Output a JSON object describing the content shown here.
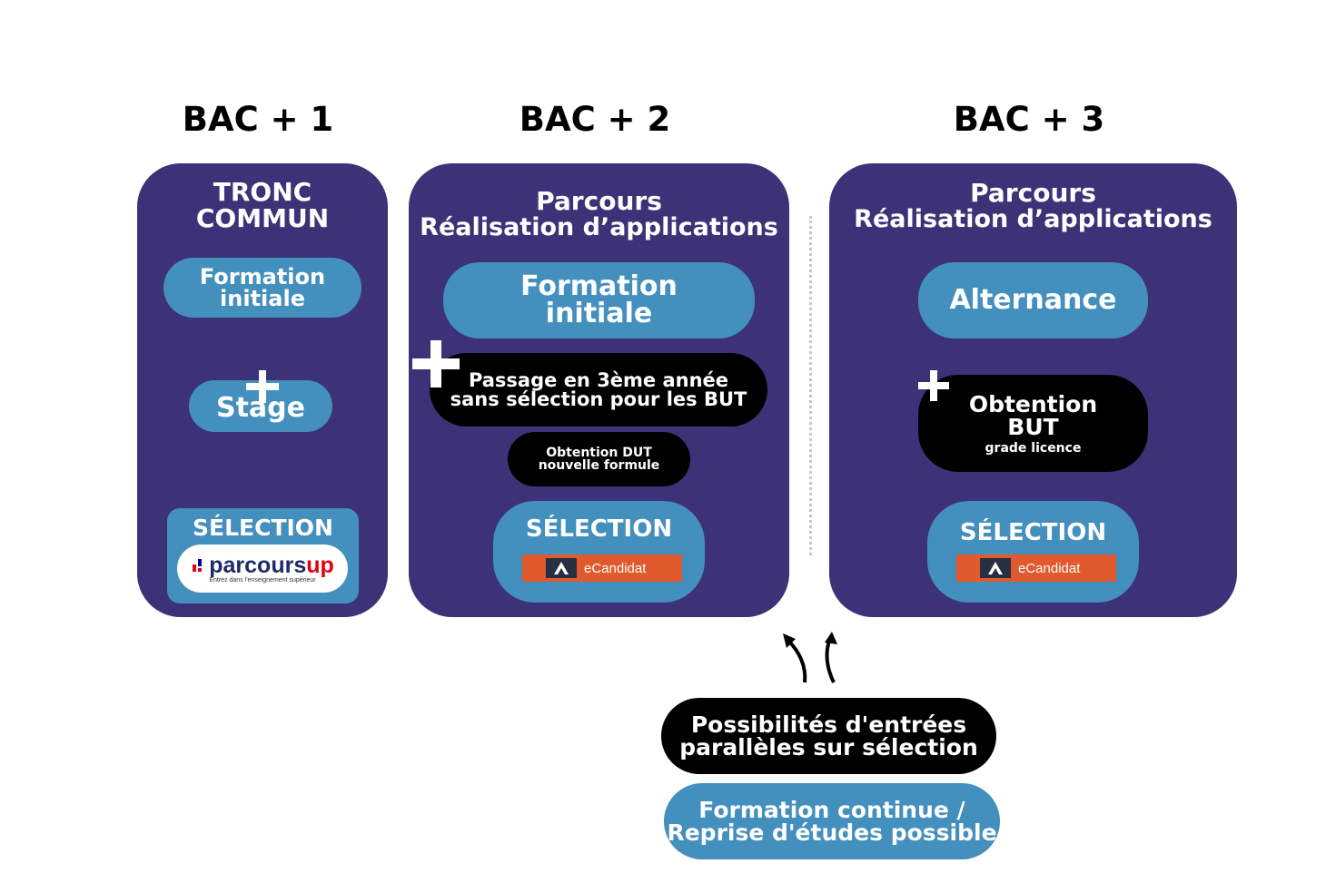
{
  "headings": {
    "bac1": "BAC + 1",
    "bac2": "BAC + 2",
    "bac3": "BAC + 3"
  },
  "panel1": {
    "title_line1": "TRONC",
    "title_line2": "COMMUN",
    "formation_line1": "Formation",
    "formation_line2": "initiale",
    "stage": "Stage",
    "selection": "SÉLECTION",
    "parcoursup_logo": {
      "wordmark_part1": "parcours",
      "wordmark_part2": "up",
      "tagline": "Entrez dans l'enseignement supérieur"
    }
  },
  "panel2": {
    "title_line1": "Parcours",
    "title_line2": "Réalisation d’applications",
    "formation_line1": "Formation",
    "formation_line2": "initiale",
    "passage_line1": "Passage en 3ème année",
    "passage_line2": "sans sélection pour les BUT",
    "dut_line1": "Obtention DUT",
    "dut_line2": "nouvelle formule",
    "selection": "SÉLECTION",
    "ecandidat": "eCandidat"
  },
  "panel3": {
    "title_line1": "Parcours",
    "title_line2": "Réalisation d’applications",
    "alternance": "Alternance",
    "but_line1": "Obtention",
    "but_line2": "BUT",
    "but_line3": "grade licence",
    "selection": "SÉLECTION",
    "ecandidat": "eCandidat"
  },
  "bottom": {
    "entries_line1": "Possibilités d'entrées",
    "entries_line2": "parallèles sur sélection",
    "continue_line1": "Formation continue /",
    "continue_line2": "Reprise d'études possible"
  },
  "colors": {
    "panel": "#3d3277",
    "pill": "#438fbd",
    "ecandidat": "#e05a2e",
    "black_pill": "#000000"
  },
  "icons": [
    "plus-icon",
    "arrow-up-curved-icon",
    "parcoursup-logo",
    "ecandidat-logo"
  ]
}
